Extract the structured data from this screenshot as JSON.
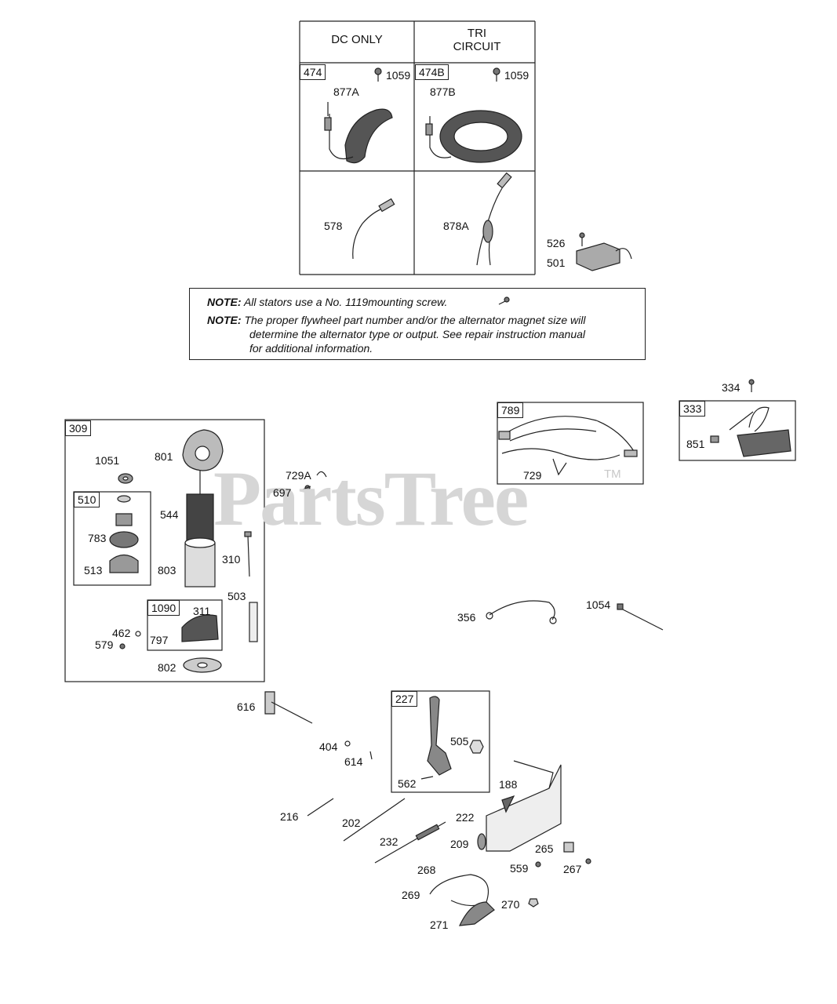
{
  "stator_table": {
    "col1_header": "DC ONLY",
    "col2_header_line1": "TRI",
    "col2_header_line2": "CIRCUIT",
    "col1_tag": "474",
    "col2_tag": "474B",
    "col1_screw": "1059",
    "col2_screw": "1059",
    "col1_stator": "877A",
    "col2_stator": "877B",
    "col1_lead": "578",
    "col2_lead": "878A"
  },
  "notes": {
    "label1": "NOTE:",
    "text1": "All stators use a No. 1119mounting screw.",
    "label2": "NOTE:",
    "text2_line1": "The proper flywheel part number and/or the alternator magnet size will",
    "text2_line2": "determine the alternator type or output. See repair instruction manual",
    "text2_line3": "for additional information."
  },
  "watermark": {
    "text": "PartsTree",
    "tm": "TM"
  },
  "groups": {
    "g309": "309",
    "g510": "510",
    "g1090": "1090",
    "g789": "789",
    "g333": "333",
    "g227": "227"
  },
  "parts": {
    "p526": "526",
    "p501": "501",
    "p334": "334",
    "p851": "851",
    "p729": "729",
    "p729A": "729A",
    "p697": "697",
    "p1051": "1051",
    "p801": "801",
    "p544": "544",
    "p783": "783",
    "p513": "513",
    "p803": "803",
    "p310": "310",
    "p311": "311",
    "p797": "797",
    "p503": "503",
    "p462": "462",
    "p579": "579",
    "p802": "802",
    "p356": "356",
    "p1054": "1054",
    "p616": "616",
    "p404": "404",
    "p614": "614",
    "p505": "505",
    "p562": "562",
    "p188": "188",
    "p216": "216",
    "p202": "202",
    "p222": "222",
    "p232": "232",
    "p209": "209",
    "p265": "265",
    "p559": "559",
    "p267": "267",
    "p268": "268",
    "p269": "269",
    "p270": "270",
    "p271": "271"
  }
}
